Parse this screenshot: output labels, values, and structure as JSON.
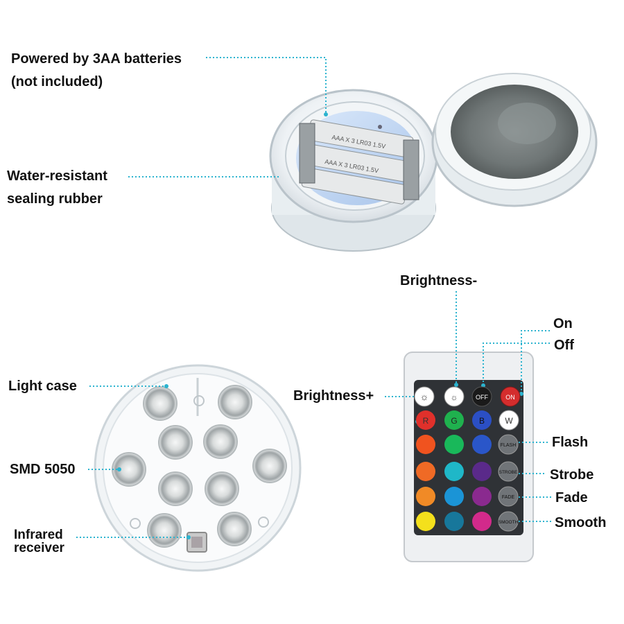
{
  "labels": {
    "batteries_line1": "Powered by 3AA batteries",
    "batteries_line2": "(not included)",
    "rubber_line1": "Water-resistant",
    "rubber_line2": "sealing rubber",
    "light_case": "Light case",
    "smd": "SMD 5050",
    "infrared_line1": "Infrared",
    "infrared_line2": "receiver",
    "brightness_minus": "Brightness-",
    "brightness_plus": "Brightness+",
    "on": "On",
    "off": "Off",
    "flash": "Flash",
    "strobe": "Strobe",
    "fade": "Fade",
    "smooth": "Smooth"
  },
  "battery_print": {
    "row1": "AAA X 3  LR03 1.5V",
    "row2": "AAA X 3  LR03 1.5V"
  },
  "remote": {
    "off_label": "OFF",
    "on_label": "ON",
    "r_label": "R",
    "g_label": "G",
    "b_label": "B",
    "w_label": "W",
    "flash_label": "FLASH",
    "strobe_label": "STROBE",
    "fade_label": "FADE",
    "smooth_label": "SMOOTH",
    "color_grid": [
      [
        "#f0531f",
        "#19b85a",
        "#2a56c9"
      ],
      [
        "#f06a25",
        "#1fb7c8",
        "#5a2a8a"
      ],
      [
        "#f08a26",
        "#1b94d6",
        "#8a2a8f"
      ],
      [
        "#f4e01c",
        "#17779b",
        "#d22a8b"
      ]
    ]
  },
  "colors": {
    "leader": "#2bb3cf",
    "remote_body": "#eef0f2",
    "remote_panel": "#2f3236"
  }
}
